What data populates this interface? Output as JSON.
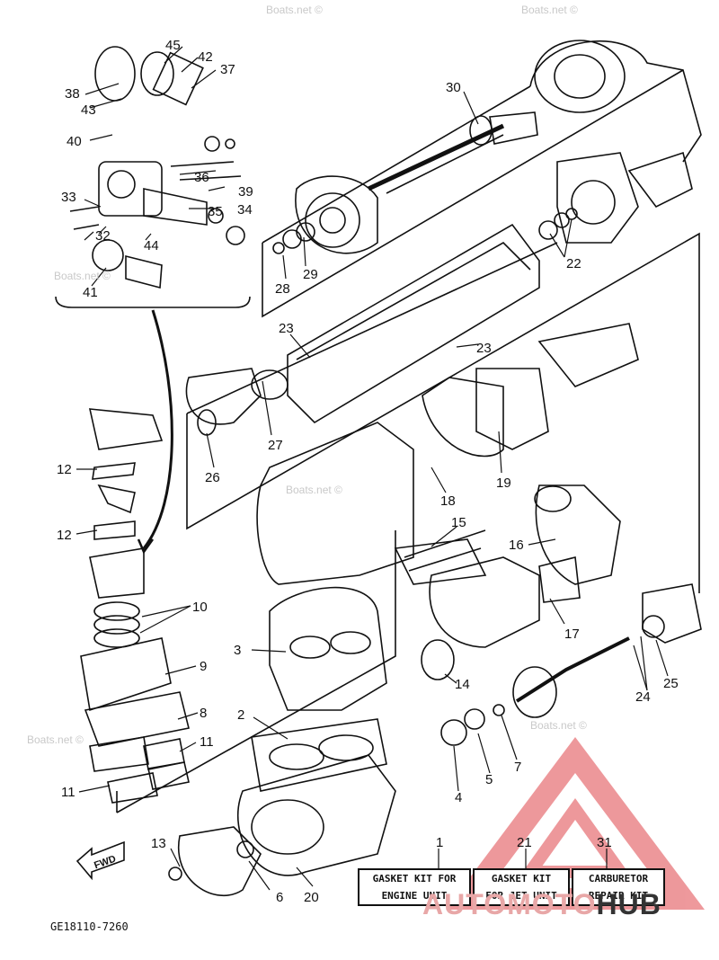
{
  "watermark": "Boats.net ©",
  "diagram_code": "GE18110-7260",
  "fwd_label": "FWD",
  "part_numbers": [
    "1",
    "2",
    "3",
    "4",
    "5",
    "6",
    "7",
    "8",
    "9",
    "10",
    "11",
    "12",
    "13",
    "14",
    "15",
    "16",
    "17",
    "18",
    "19",
    "20",
    "21",
    "22",
    "23",
    "24",
    "25",
    "26",
    "27",
    "28",
    "29",
    "30",
    "31",
    "32",
    "33",
    "34",
    "35",
    "36",
    "37",
    "38",
    "39",
    "40",
    "41",
    "42",
    "43",
    "44",
    "45"
  ],
  "kits": [
    {
      "ref": "1",
      "line1": "GASKET KIT FOR",
      "line2": "ENGINE UNIT"
    },
    {
      "ref": "21",
      "line1": "GASKET KIT",
      "line2": "FOR JET UNIT"
    },
    {
      "ref": "31",
      "line1": "CARBURETOR",
      "line2": "REPAIR KIT"
    }
  ],
  "logo": {
    "part1": "AUTOMOTO",
    "part2": "HUB",
    "color1": "#e8a7a7",
    "color2": "#333333",
    "accent": "#d9252b"
  }
}
